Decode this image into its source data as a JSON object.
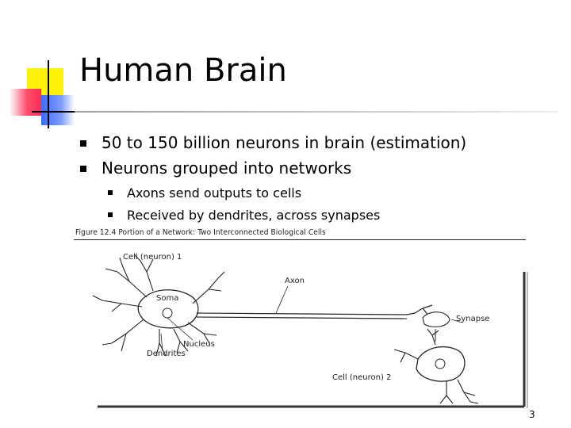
{
  "slide": {
    "title": "Human Brain",
    "bullets": [
      {
        "level": 1,
        "text": "50 to 150 billion neurons in brain (estimation)"
      },
      {
        "level": 1,
        "text": "Neurons grouped into networks"
      },
      {
        "level": 2,
        "text": "Axons send outputs to cells"
      },
      {
        "level": 2,
        "text": "Received by dendrites, across synapses"
      }
    ],
    "page_number": "3"
  },
  "figure": {
    "caption": "Figure 12.4  Portion of a Network: Two Interconnected Biological Cells",
    "labels": {
      "cell1": "Cell (neuron) 1",
      "axon": "Axon",
      "soma": "Soma",
      "synapse": "Synapse",
      "nucleus": "Nucleus",
      "dendrites": "Dendrites",
      "cell2": "Cell (neuron) 2"
    }
  },
  "colors": {
    "accent_yellow": "#fff20a",
    "accent_red": "#ff2f55",
    "accent_blue": "#3a6cff",
    "rule_gray": "#9aa0a6"
  }
}
